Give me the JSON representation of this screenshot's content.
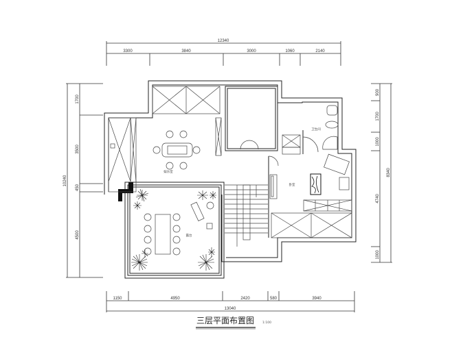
{
  "title": "三层平面布置图",
  "scale_note": "1:100",
  "dimensions": {
    "top_total": "12340",
    "top_segments": [
      "3300",
      "3840",
      "3000",
      "1060",
      "2140"
    ],
    "bottom_total": "13040",
    "bottom_segments": [
      "1150",
      "4950",
      "2420",
      "580",
      "3940"
    ],
    "left_total": "10240",
    "left_segments": [
      "1700",
      "3500",
      "450",
      "4500"
    ],
    "right_total": "8340",
    "right_segments": [
      "900",
      "1700",
      "1000",
      "4740",
      "1000"
    ]
  },
  "rooms": {
    "game_room": "娱乐室",
    "terrace": "露台",
    "bedroom": "卧室",
    "bathroom": "卫生间"
  }
}
